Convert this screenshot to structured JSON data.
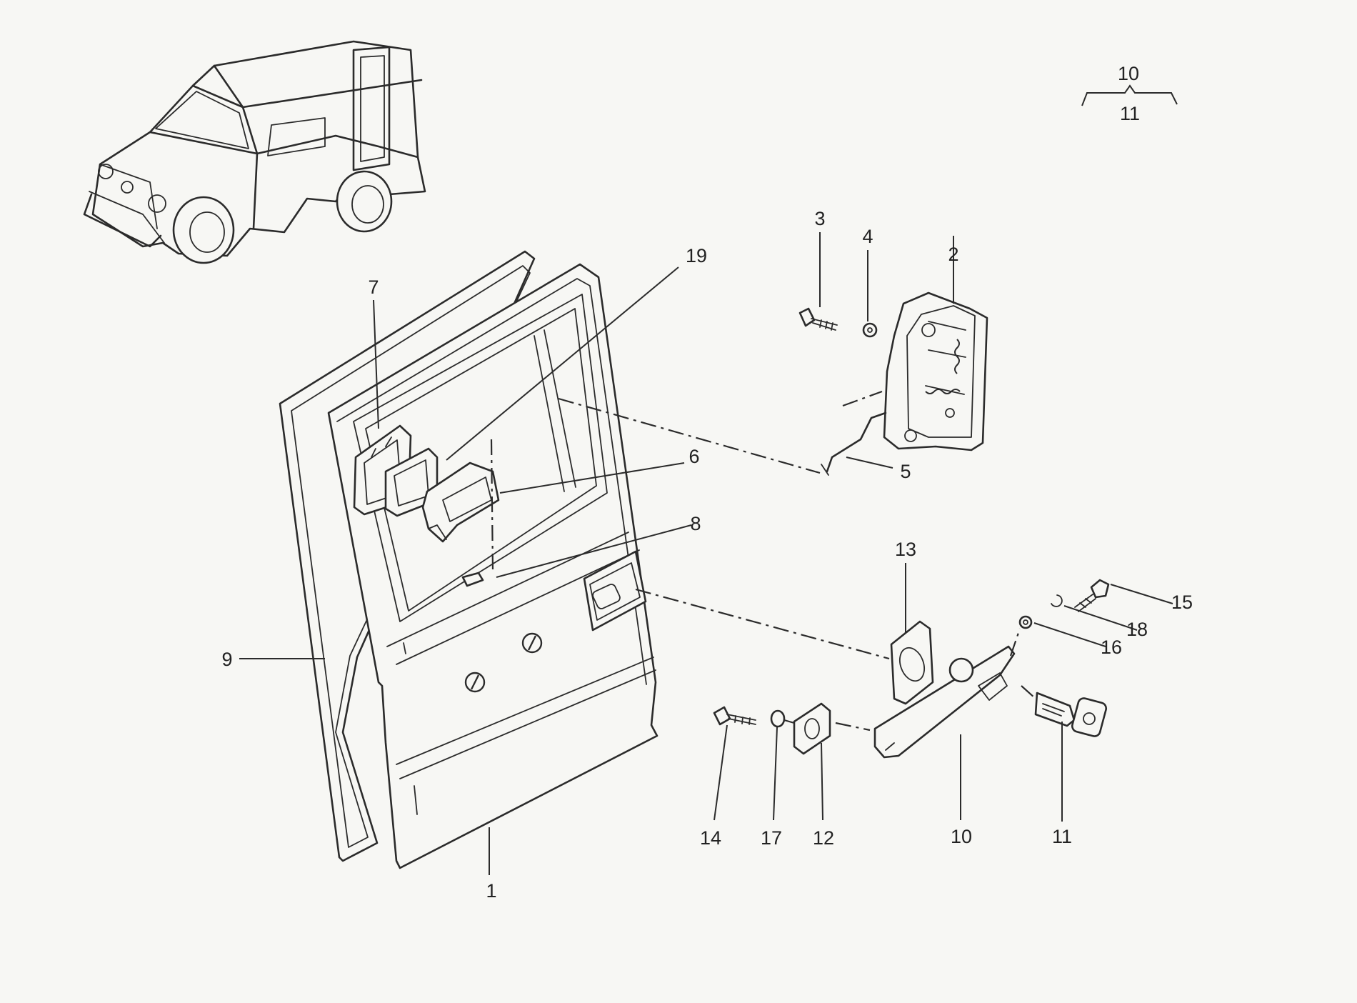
{
  "legend": {
    "top": "10",
    "bottom": "11"
  },
  "callouts": {
    "c1": "1",
    "c2": "2",
    "c3": "3",
    "c4": "4",
    "c5": "5",
    "c6": "6",
    "c7": "7",
    "c8": "8",
    "c9": "9",
    "c10": "10",
    "c11": "11",
    "c12": "12",
    "c13": "13",
    "c14": "14",
    "c15": "15",
    "c16": "16",
    "c17": "17",
    "c18": "18",
    "c19": "19"
  },
  "icons": {
    "vehicle": "vehicle-locator-icon",
    "key": "key-icon"
  },
  "colors": {
    "line": "#2b2b2b",
    "paper": "#f7f7f4"
  }
}
